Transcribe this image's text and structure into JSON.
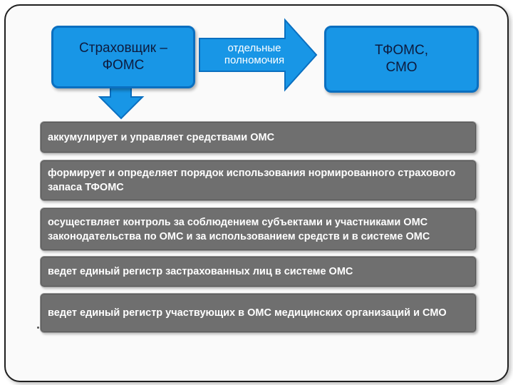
{
  "top": {
    "left_box": "Страховщик –\nФОМС",
    "arrow_label": "отдельные\nполномочия",
    "right_box": "ТФОМС,\nСМО"
  },
  "items": [
    "аккумулирует и управляет средствами ОМС",
    "формирует  и определяет порядок использования нормированного страхового запаса  ТФОМС",
    "осуществляет контроль за соблюдением субъектами и участниками ОМС законодательства по ОМС и за использованием средств и в системе ОМС",
    "ведет единый регистр застрахованных лиц в системе  ОМС",
    "ведет единый регистр участвующих в ОМС медицинских организаций и СМО"
  ],
  "colors": {
    "box_fill": "#1896e6",
    "item_fill": "#6f6f6f"
  }
}
